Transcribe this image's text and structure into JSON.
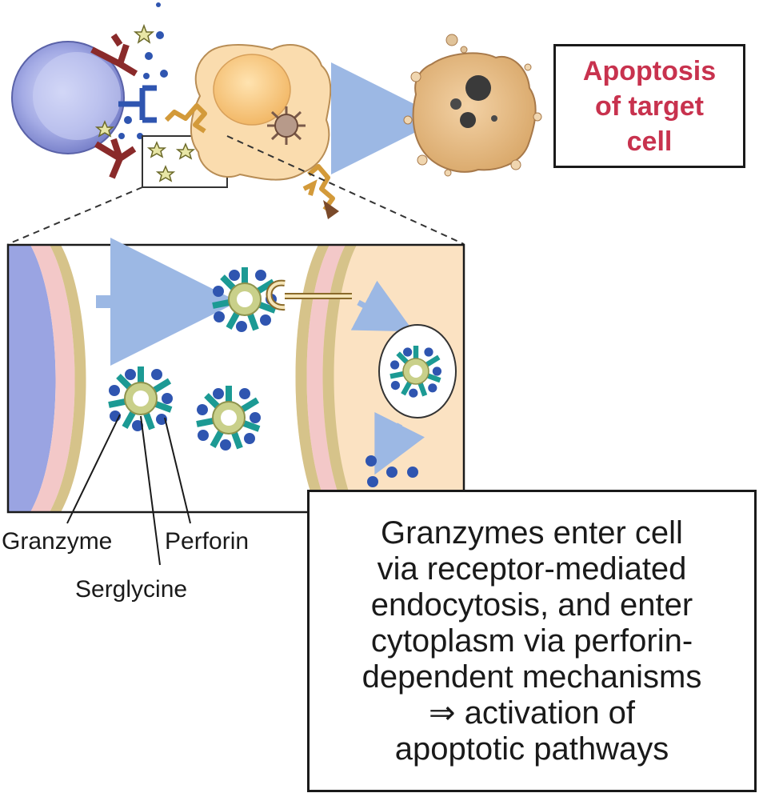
{
  "outcome_box": {
    "text": "Apoptosis\nof target\ncell"
  },
  "caption_box": {
    "text": "Granzymes enter cell\nvia receptor-mediated\nendocytosis, and enter\ncytoplasm via perforin-\ndependent mechanisms\n⇒ activation of\napoptotic pathways"
  },
  "labels": {
    "granzyme": "Granzyme",
    "perforin": "Perforin",
    "serglycine": "Serglycine"
  },
  "colors": {
    "title_red": "#c8324e",
    "t_cell_blue": "#8c95d8",
    "target_cell_peach": "#f8d9a8",
    "arrow_blue": "#9cb8e4",
    "perforin_teal": "#1c9a94",
    "granzyme_blue": "#2f55b0",
    "serglycine_ring": "#c9d08a",
    "receptor_red": "#8a2a2a"
  }
}
